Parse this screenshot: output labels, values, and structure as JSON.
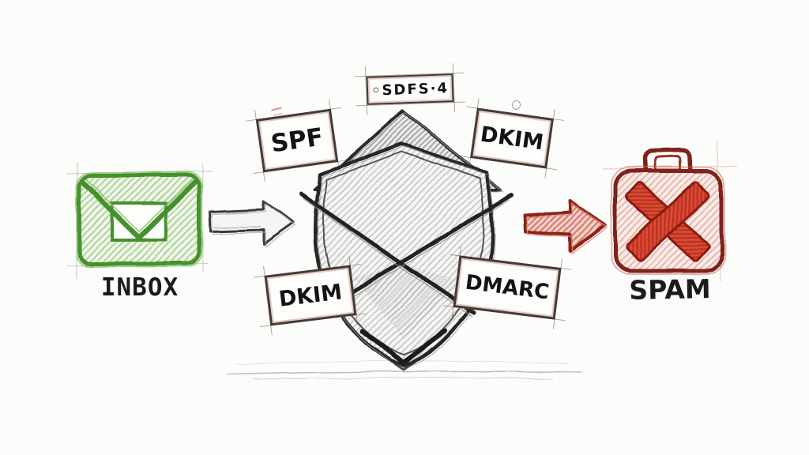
{
  "scene": {
    "background_color": "#fcfcfb",
    "pencil_color": "#2b2b2b",
    "inbox": {
      "icon": "envelope-icon",
      "icon_color": "#44912c",
      "label": "INBOX"
    },
    "flow": {
      "inbox_to_shield_arrow": {
        "icon": "arrow-right-icon",
        "color": "#3a3a3a"
      },
      "shield_to_spam_arrow": {
        "icon": "arrow-right-icon",
        "color": "#b4372a"
      }
    },
    "shield": {
      "icon": "shield-envelope-icon",
      "header_tag": "◦SDFS·4",
      "tags": {
        "top_left": "SPF",
        "top_right": "DKIM",
        "bottom_left": "DKIM",
        "bottom_right": "DMARC"
      },
      "tag_border_color": "#433b35"
    },
    "spam": {
      "icon": "briefcase-x-icon",
      "icon_color": "#b4372a",
      "label": "SPAM"
    }
  }
}
